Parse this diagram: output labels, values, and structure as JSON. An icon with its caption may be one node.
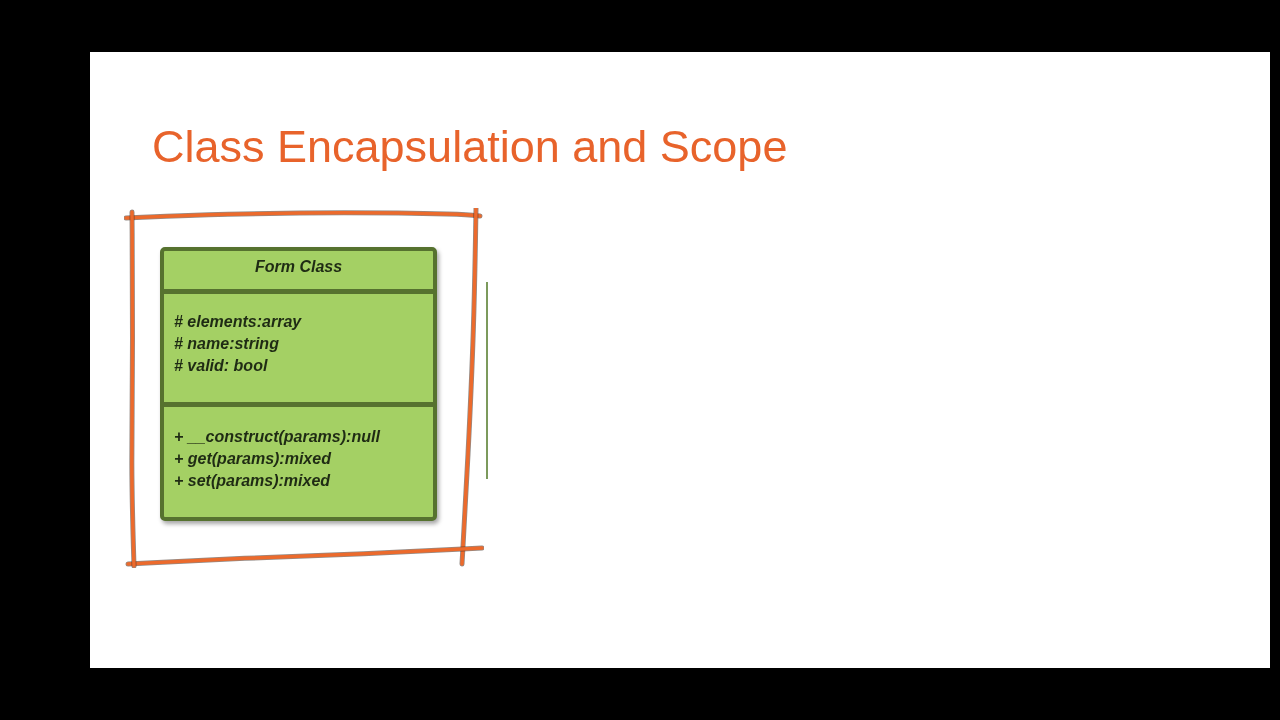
{
  "diagram": {
    "title": "Class Encapsulation and Scope",
    "nodes": [
      {
        "text": [],
        "shape": "box"
      },
      {
        "text": [
          "Form Class",
          "# elements:array",
          "# name:string",
          "# valid: bool",
          "+ __construct(params):null",
          "+ get(params):mixed",
          "+ set(params):mixed"
        ],
        "in": 0
      }
    ]
  }
}
